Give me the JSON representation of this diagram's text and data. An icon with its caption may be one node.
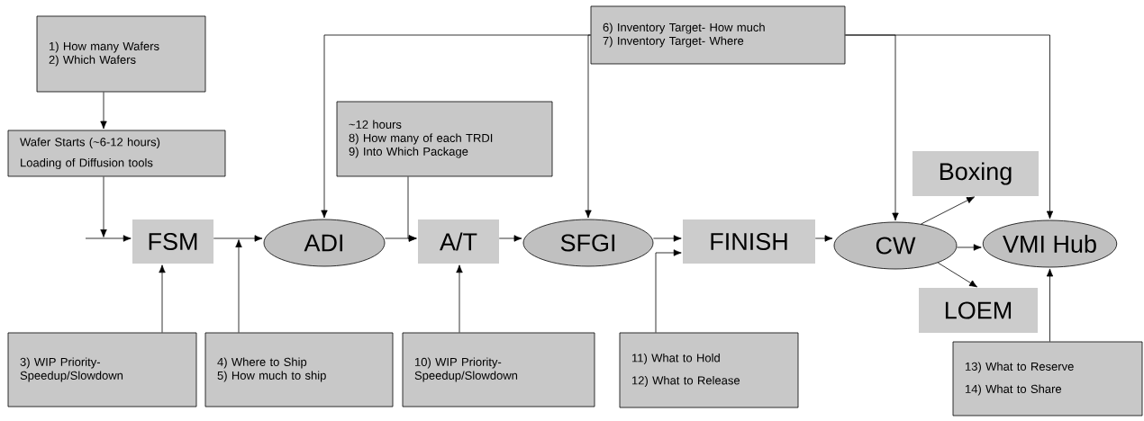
{
  "diagram": {
    "nodes": [
      {
        "text": [
          "1) How many Wafers",
          "2) Which Wafers"
        ]
      },
      {
        "text": [
          "Wafer Starts (~6-12 hours)",
          "Loading of Diffusion tools"
        ]
      },
      {
        "text": [
          "~12 hours",
          "8) How many of each TRDI",
          "9) Into Which Package"
        ]
      },
      {
        "text": [
          "6) Inventory Target-  How much",
          "7) Inventory Target-  Where"
        ]
      },
      {
        "text": [
          "FSM"
        ]
      },
      {
        "text": [
          "ADI"
        ]
      },
      {
        "text": [
          "A/T"
        ]
      },
      {
        "text": [
          "SFGI"
        ]
      },
      {
        "text": [
          "FINISH"
        ]
      },
      {
        "text": [
          "CW"
        ]
      },
      {
        "text": [
          "Boxing"
        ]
      },
      {
        "text": [
          "VMI Hub"
        ]
      },
      {
        "text": [
          "LOEM"
        ]
      },
      {
        "text": [
          "3)  WIP Priority- Speedup/Slowdown"
        ]
      },
      {
        "text": [
          "4) Where to Ship",
          "5) How much to ship"
        ]
      },
      {
        "text": [
          "10)  WIP Priority- Speedup/Slowdown"
        ]
      },
      {
        "text": [
          "11) What to Hold",
          "12) What to Release"
        ]
      },
      {
        "text": [
          "13) What to Reserve",
          "14) What to Share"
        ]
      }
    ],
    "edges": [
      {
        "from": 0,
        "to": 1,
        "arrow": "to"
      },
      {
        "from": 1,
        "to": null,
        "arrow": "to"
      },
      {
        "from": null,
        "to": 4,
        "arrow": "to"
      },
      {
        "from": 4,
        "to": 5,
        "arrow": "to"
      },
      {
        "from": 14,
        "to": null,
        "arrow": "to"
      },
      {
        "from": 13,
        "to": 4,
        "arrow": "to"
      },
      {
        "from": 3,
        "to": 5,
        "arrow": "to"
      },
      {
        "from": 2,
        "to": 6,
        "arrow": "to"
      },
      {
        "from": 5,
        "to": 6,
        "arrow": "to"
      },
      {
        "from": 15,
        "to": 6,
        "arrow": "to"
      },
      {
        "from": 6,
        "to": 7,
        "arrow": "to"
      },
      {
        "from": 3,
        "to": 7,
        "arrow": "to"
      },
      {
        "from": 7,
        "to": 8,
        "arrow": "to"
      },
      {
        "from": 16,
        "to": 8,
        "arrow": "to"
      },
      {
        "from": 8,
        "to": 9,
        "arrow": "to"
      },
      {
        "from": 3,
        "to": 9,
        "arrow": "to"
      },
      {
        "from": 9,
        "to": 10,
        "arrow": "to"
      },
      {
        "from": 9,
        "to": 11,
        "arrow": "to"
      },
      {
        "from": 9,
        "to": 12,
        "arrow": "to"
      },
      {
        "from": 3,
        "to": 11,
        "arrow": "to"
      },
      {
        "from": 17,
        "to": 11,
        "arrow": "to"
      }
    ]
  }
}
